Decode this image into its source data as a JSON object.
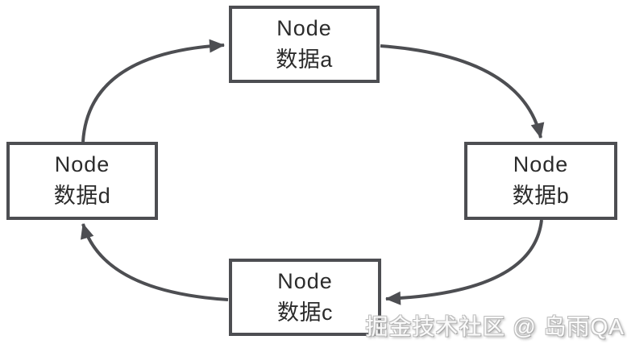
{
  "diagram": {
    "type": "cycle",
    "description": "Circular linked list of four nodes, arrows flow clockwise a→b→c→d→a",
    "edges": [
      {
        "from": "a",
        "to": "b"
      },
      {
        "from": "b",
        "to": "c"
      },
      {
        "from": "c",
        "to": "d"
      },
      {
        "from": "d",
        "to": "a"
      }
    ]
  },
  "nodes": [
    {
      "id": "a",
      "title": "Node",
      "subtitle": "数据a"
    },
    {
      "id": "b",
      "title": "Node",
      "subtitle": "数据b"
    },
    {
      "id": "c",
      "title": "Node",
      "subtitle": "数据c"
    },
    {
      "id": "d",
      "title": "Node",
      "subtitle": "数据d"
    }
  ],
  "watermark": "掘金技术社区 @ 岛雨QA",
  "colors": {
    "stroke": "#4d4e52",
    "text": "#2b2b2b",
    "background": "#ffffff",
    "watermark_fill": "#fbfbfb",
    "watermark_outline": "#b0b0b0"
  }
}
